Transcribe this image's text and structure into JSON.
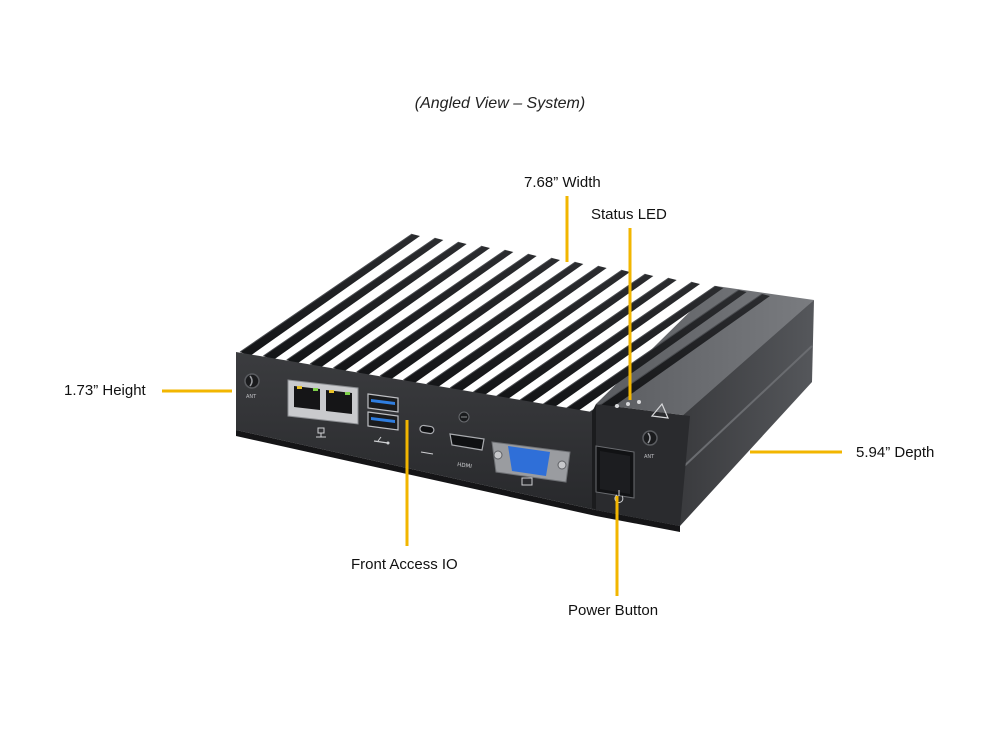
{
  "caption": "(Angled View – System)",
  "accent_color": "#f2b600",
  "labels": {
    "width": "7.68” Width",
    "status_led": "Status LED",
    "height": "1.73” Height",
    "depth": "5.94” Depth",
    "front_io": "Front Access IO",
    "power_button": "Power Button"
  },
  "port_marks": {
    "ant": "ANT",
    "hdmi": "HDMI"
  }
}
